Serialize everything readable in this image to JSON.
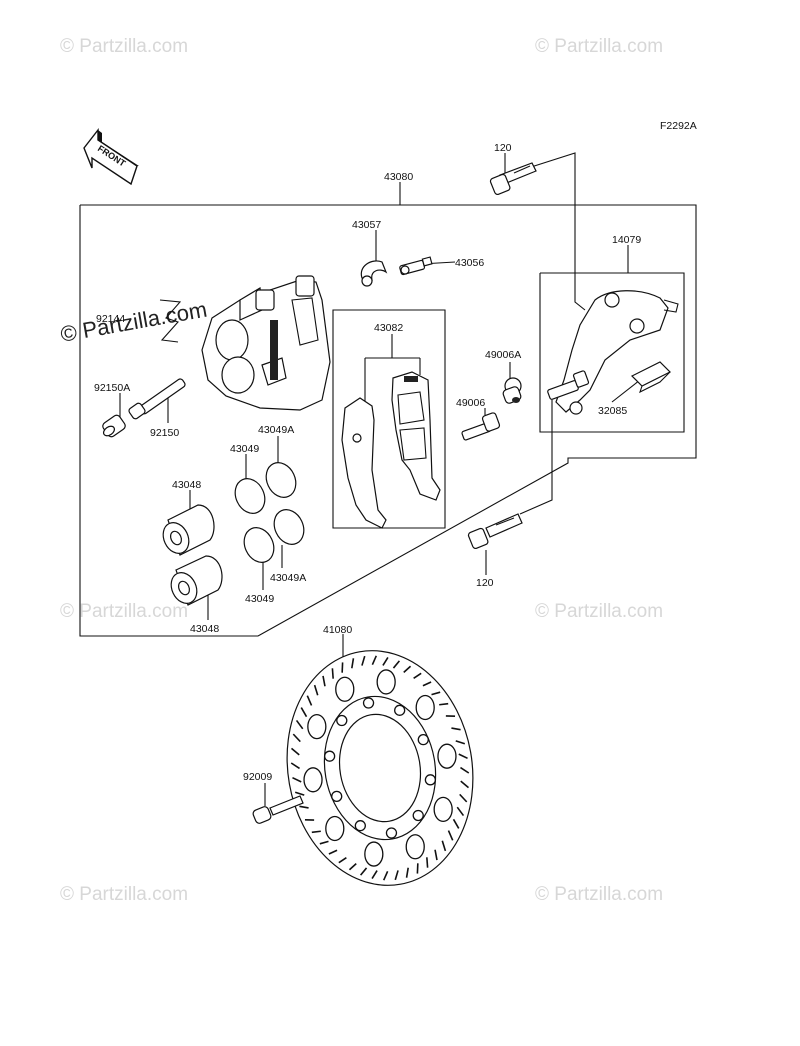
{
  "diagram_code": "F2292A",
  "front_arrow_text": "FRONT",
  "watermarks": [
    "© Partzilla.com",
    "© Partzilla.com",
    "© Partzilla.com",
    "© Partzilla.com",
    "© Partzilla.com",
    "© Partzilla.com",
    "© Partzilla.com"
  ],
  "parts": {
    "p120_top": "120",
    "p43080": "43080",
    "p43057": "43057",
    "p43056": "43056",
    "p14079": "14079",
    "p92144": "92144",
    "p43082": "43082",
    "p49006A": "49006A",
    "p49006": "49006",
    "p32085": "32085",
    "p92150A": "92150A",
    "p92150": "92150",
    "p43049A_top": "43049A",
    "p43049_top": "43049",
    "p43048_top": "43048",
    "p43049A_bot": "43049A",
    "p43049_bot": "43049",
    "p43048_bot": "43048",
    "p120_bot": "120",
    "p41080": "41080",
    "p92009": "92009"
  }
}
